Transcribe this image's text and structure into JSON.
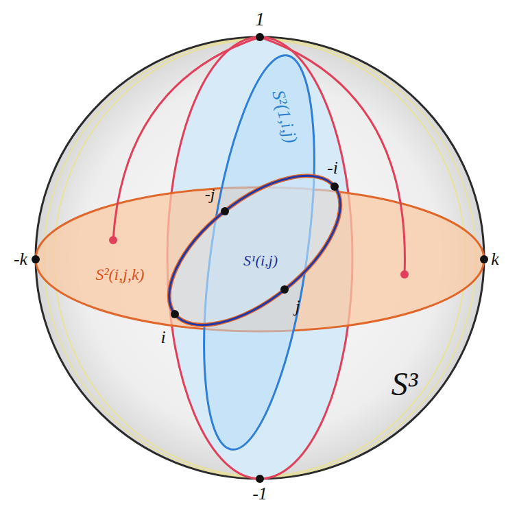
{
  "diagram": {
    "labels": [
      "1",
      "S²(1,i,j)",
      "-i",
      "-j",
      "-k",
      "S²(i,j,k)",
      "S¹(i,j)",
      "k",
      "j",
      "i",
      "S³",
      "-1"
    ]
  }
}
